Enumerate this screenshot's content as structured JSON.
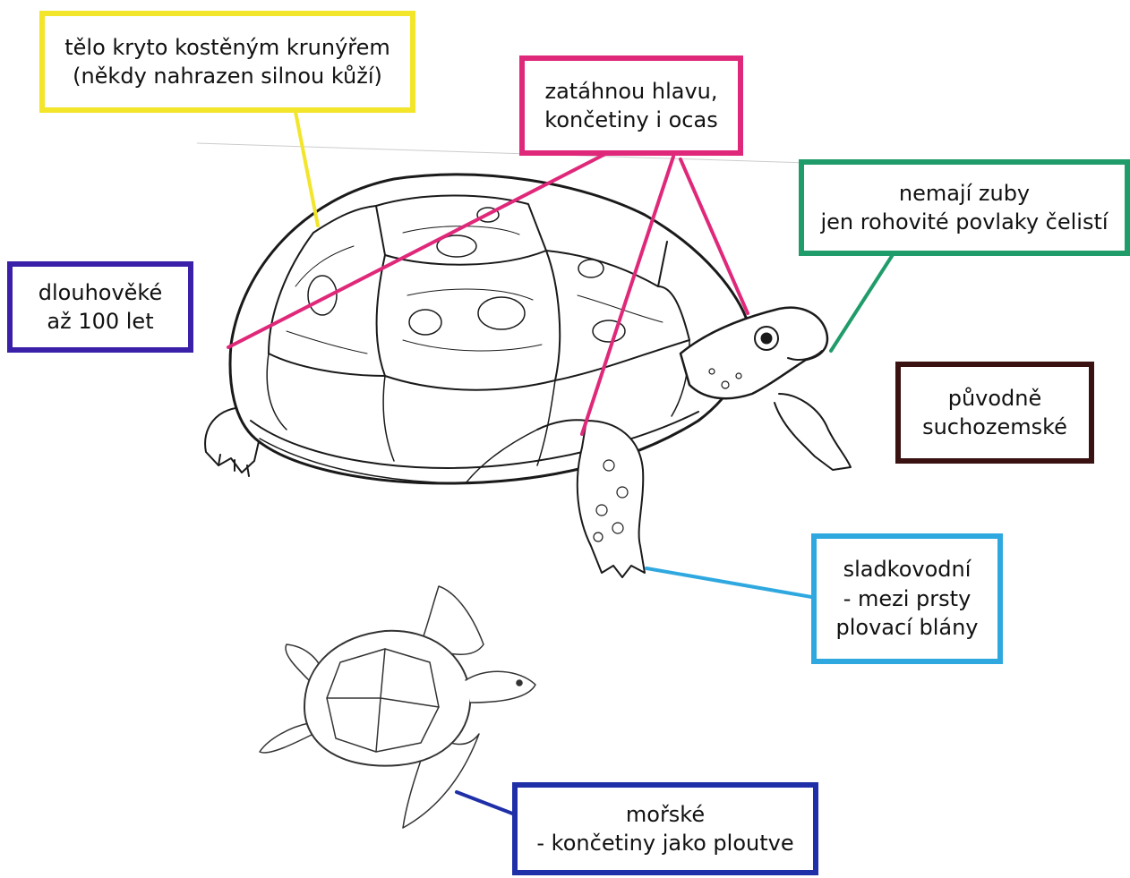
{
  "labels": {
    "shell": "tělo kryto kostěným krunýřem\n(někdy nahrazen silnou kůží)",
    "retract": "zatáhnou hlavu,\nkončetiny i ocas",
    "teeth": "nemají zuby\njen rohovité povlaky čelistí",
    "longevity": "dlouhověké\naž 100 let",
    "terrestrial": "původně\nsuchozemské",
    "freshwater": "sladkovodní\n- mezi prsty\nplovací blány",
    "marine": "mořské\n- končetiny jako ploutve"
  },
  "colors": {
    "yellow": "#f2e52a",
    "magenta": "#e0287a",
    "green": "#1f9c6a",
    "indigo": "#3a1fa8",
    "brown": "#3a1212",
    "cyan": "#2fa8e0",
    "blue": "#1f2fa8"
  },
  "illustrations": [
    "tortoise-drawing",
    "sea-turtle-drawing"
  ]
}
